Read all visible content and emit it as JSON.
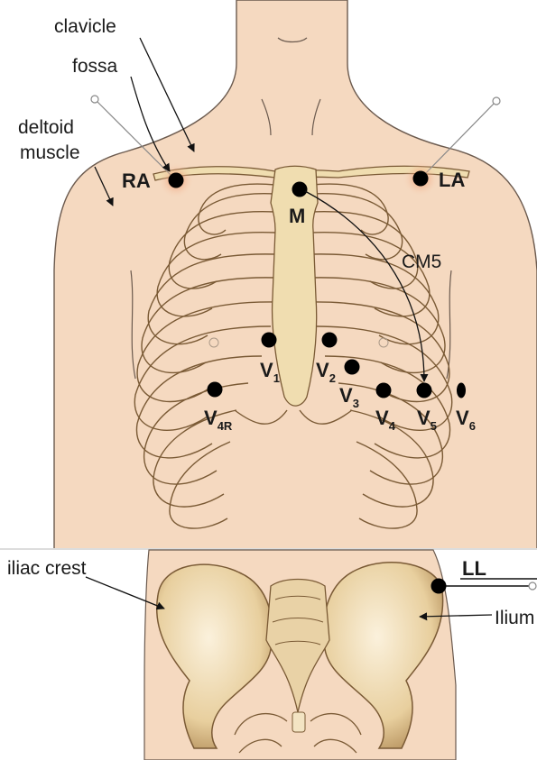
{
  "labels": {
    "clavicle": "clavicle",
    "fossa": "fossa",
    "deltoid_line1": "deltoid",
    "deltoid_line2": "muscle",
    "iliac_crest": "iliac crest",
    "ilium": "Ilium",
    "cm5": "CM5"
  },
  "electrodes": {
    "ra": "RA",
    "la": "LA",
    "m": "M",
    "ll": "LL",
    "v1": {
      "main": "V",
      "sub": "1"
    },
    "v2": {
      "main": "V",
      "sub": "2"
    },
    "v3": {
      "main": "V",
      "sub": "3"
    },
    "v4": {
      "main": "V",
      "sub": "4"
    },
    "v5": {
      "main": "V",
      "sub": "5"
    },
    "v6": {
      "main": "V",
      "sub": "6"
    },
    "v4r": {
      "main": "V",
      "sub": "4R"
    }
  },
  "colors": {
    "skin": "#f5d9c0",
    "skin_outline": "#6b5a4e",
    "bone": "#f0ddb0",
    "bone_outline": "#7a5a35",
    "electrode": "#000000",
    "electrode_glow": "#f4a070"
  }
}
